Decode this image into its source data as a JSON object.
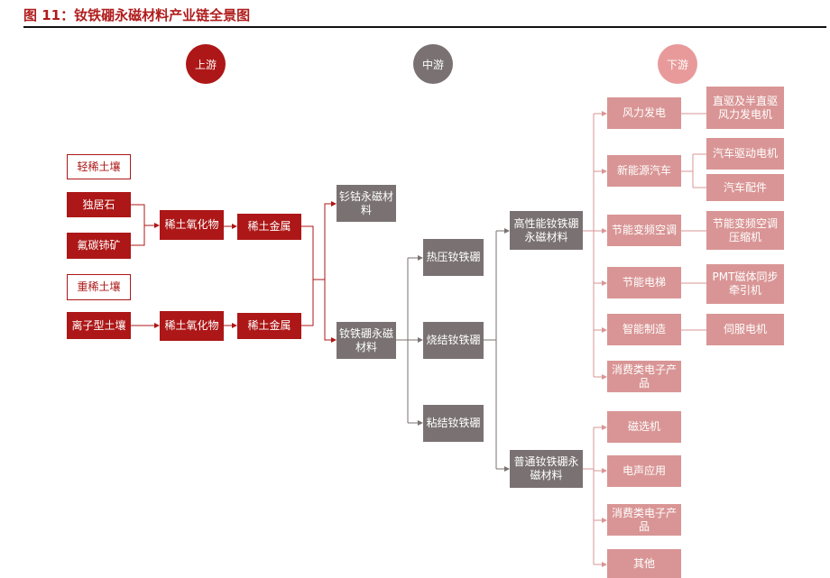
{
  "title": "图 11：钕铁硼永磁材料产业链全景图",
  "stages": {
    "upstream": "上游",
    "midstream": "中游",
    "downstream": "下游"
  },
  "colors": {
    "upstream": "#ad1717",
    "midstream": "#7a7272",
    "downstream": "#d99595"
  },
  "upstream": {
    "light_re": "轻稀土壤",
    "monazite": "独居石",
    "bastnaesite": "氟碳铈矿",
    "heavy_re": "重稀土壤",
    "ionic": "离子型土壤",
    "oxide_top": "稀土氧化物",
    "metal_top": "稀土金属",
    "oxide_bottom": "稀土氧化物",
    "metal_bottom": "稀土金属"
  },
  "midstream": {
    "smco": "钐钴永磁材料",
    "ndfeb": "钕铁硼永磁材料",
    "hot_pressed": "热压钕铁硼",
    "sintered": "烧结钕铁硼",
    "bonded": "粘结钕铁硼",
    "high_perf": "高性能钕铁硼永磁材料",
    "ordinary": "普通钕铁硼永磁材料"
  },
  "downstream": {
    "apps": [
      "风力发电",
      "新能源汽车",
      "节能变频空调",
      "节能电梯",
      "智能制造",
      "消费类电子产品",
      "磁选机",
      "电声应用",
      "消费类电子产品",
      "其他"
    ],
    "products": [
      "直驱及半直驱风力发电机",
      "汽车驱动电机",
      "汽车配件",
      "节能变频空调压缩机",
      "PMT磁体同步牵引机",
      "伺服电机"
    ]
  }
}
